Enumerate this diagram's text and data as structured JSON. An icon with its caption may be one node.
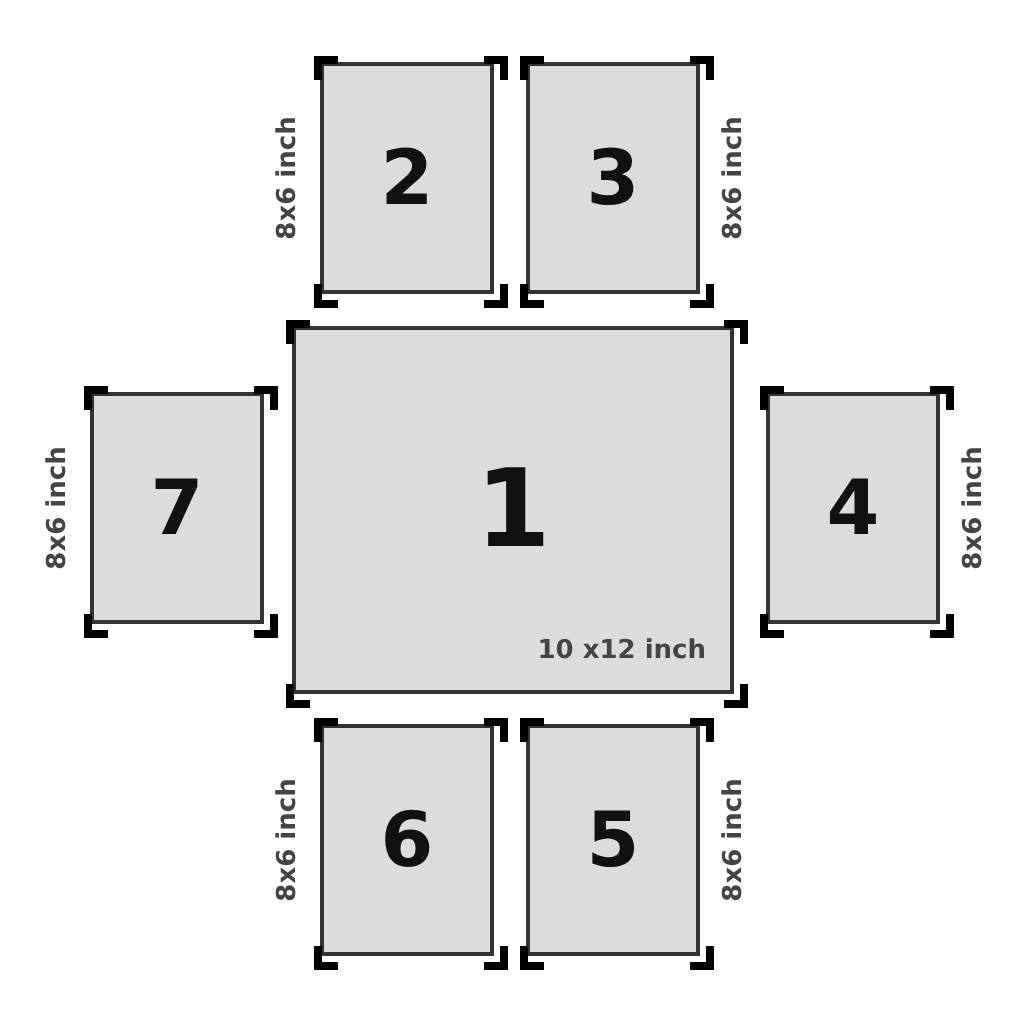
{
  "diagram": {
    "nodes": [
      {
        "text": [
          "2"
        ],
        "beside": [
          "8x6 inch"
        ]
      },
      {
        "text": [
          "3"
        ],
        "beside": [
          "8x6 inch"
        ]
      },
      {
        "text": [
          "7"
        ],
        "beside": [
          "8x6 inch"
        ]
      },
      {
        "text": [
          "1",
          "10 x12 inch"
        ]
      },
      {
        "text": [
          "4"
        ],
        "beside": [
          "8x6 inch"
        ]
      },
      {
        "text": [
          "6"
        ],
        "beside": [
          "8x6 inch"
        ]
      },
      {
        "text": [
          "5"
        ],
        "beside": [
          "8x6 inch"
        ]
      }
    ]
  }
}
